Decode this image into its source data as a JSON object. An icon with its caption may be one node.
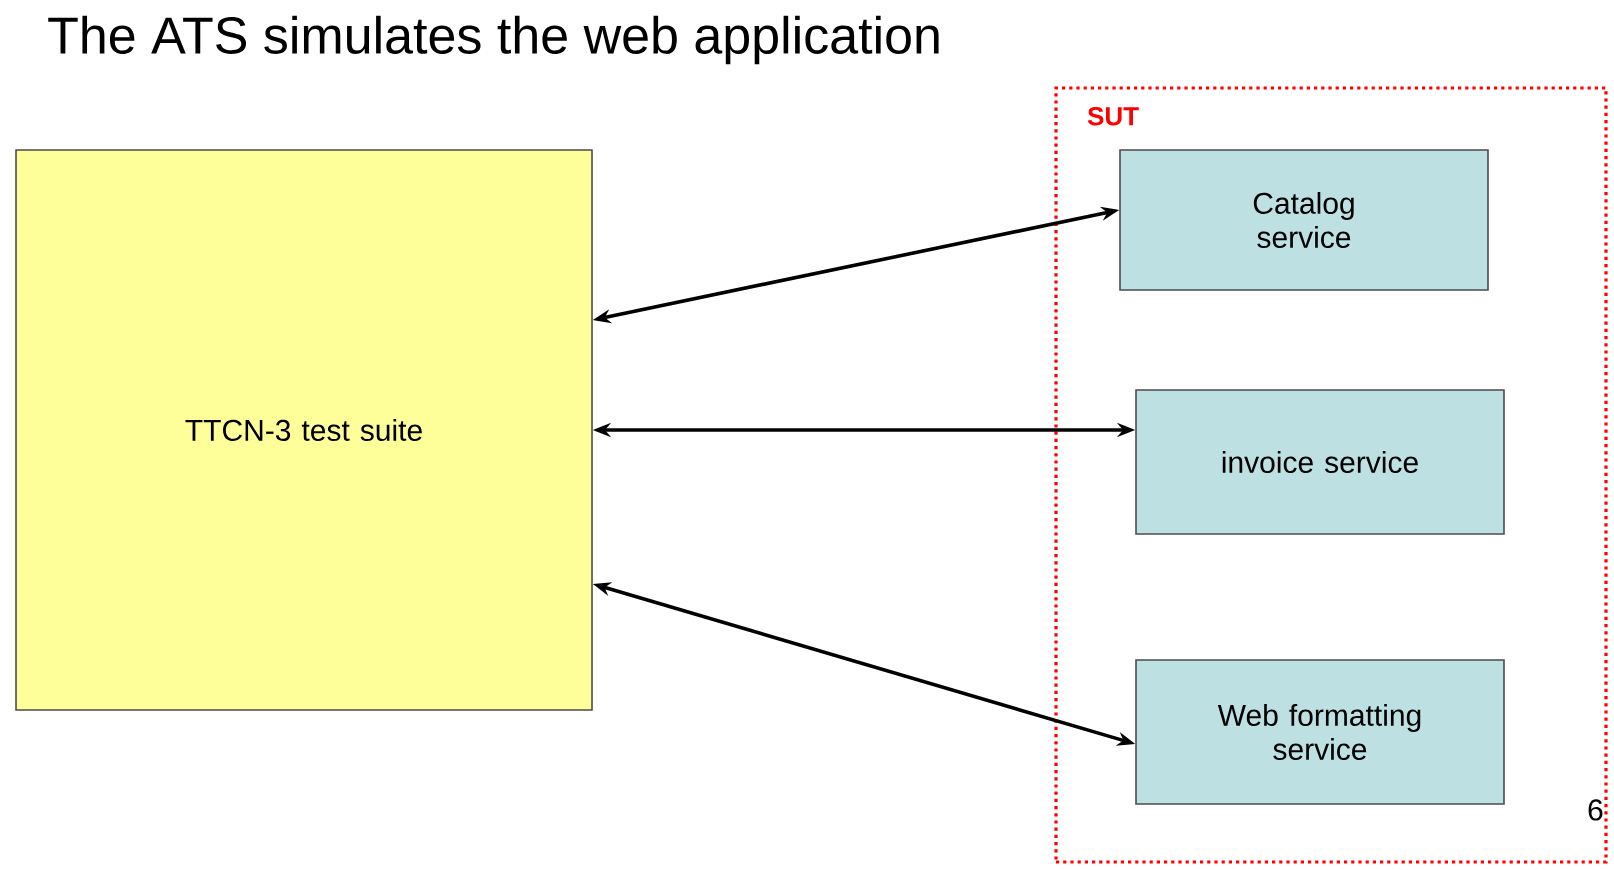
{
  "diagram": {
    "title": "The ATS simulates the web application",
    "nodes": [
      {
        "text": [
          "SUT"
        ]
      },
      {
        "text": [
          "TTCN-3 test suite"
        ]
      },
      {
        "text": [
          "Catalog service"
        ],
        "in": 0
      },
      {
        "text": [
          "invoice service"
        ],
        "in": 0
      },
      {
        "text": [
          "Web formatting service"
        ],
        "in": 0
      }
    ],
    "edges": [
      {
        "from": 1,
        "to": 2,
        "arrow": "both"
      },
      {
        "from": 1,
        "to": 3,
        "arrow": "both"
      },
      {
        "from": 1,
        "to": 4,
        "arrow": "both"
      }
    ],
    "labels": [
      "6"
    ]
  }
}
